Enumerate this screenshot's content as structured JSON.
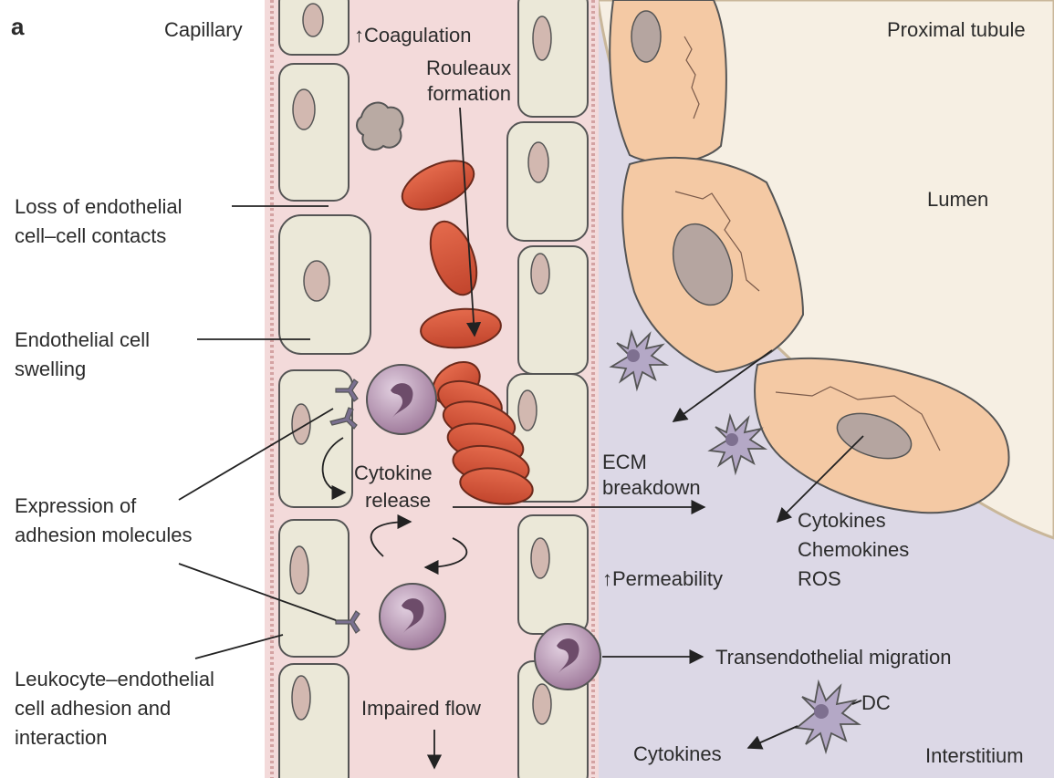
{
  "panel_letter": "a",
  "labels": {
    "capillary": "Capillary",
    "coagulation": "↑Coagulation",
    "rouleaux_1": "Rouleaux",
    "rouleaux_2": "formation",
    "proximal_tubule": "Proximal tubule",
    "lumen": "Lumen",
    "loss_contacts_1": "Loss of endothelial",
    "loss_contacts_2": "cell–cell contacts",
    "swelling_1": "Endothelial cell",
    "swelling_2": "swelling",
    "expression_1": "Expression of",
    "expression_2": "adhesion molecules",
    "leukocyte_1": "Leukocyte–endothelial",
    "leukocyte_2": "cell adhesion and",
    "leukocyte_3": "interaction",
    "cytokine_release_1": "Cytokine",
    "cytokine_release_2": "release",
    "ecm_1": "ECM",
    "ecm_2": "breakdown",
    "tubule_cytokines": "Cytokines",
    "tubule_chemokines": "Chemokines",
    "tubule_ros": "ROS",
    "permeability": "↑Permeability",
    "transendothelial": "Transendothelial migration",
    "impaired_flow": "Impaired flow",
    "dc": "DC",
    "dc_cytokines": "Cytokines",
    "interstitium": "Interstitium"
  },
  "colors": {
    "capillary_fill": "#f3dada",
    "interstitium_fill": "#dcd8e6",
    "tubule_lumen": "#f6efe3",
    "endothelial_cell": "#ebe8d8",
    "rbc": "#d45a3f",
    "leukocyte": "#b793b3",
    "tubule_cell": "#f4c9a4"
  }
}
